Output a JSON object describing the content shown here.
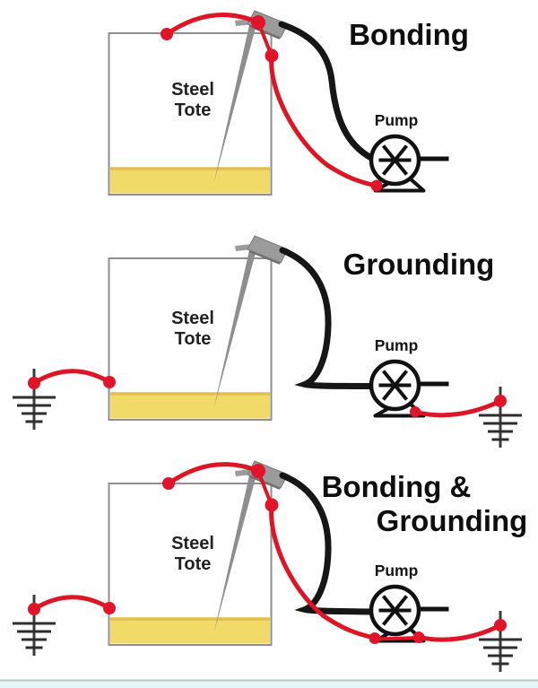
{
  "panels": {
    "bonding": {
      "title": "Bonding",
      "tank_label": [
        "Steel",
        "Tote"
      ],
      "pump_label": "Pump"
    },
    "grounding": {
      "title": "Grounding",
      "tank_label": [
        "Steel",
        "Tote"
      ],
      "pump_label": "Pump"
    },
    "bonding_grounding": {
      "title": [
        "Bonding &",
        "Grounding"
      ],
      "tank_label": [
        "Steel",
        "Tote"
      ],
      "pump_label": "Pump"
    }
  },
  "icons": [
    "steel-tote-tank-icon",
    "dip-pipe-icon",
    "nozzle-fitting-icon",
    "pump-icon",
    "hose-icon",
    "bond-wire-icon",
    "ground-wire-icon",
    "earth-ground-icon"
  ],
  "colors": {
    "wire_red": "#dd1524",
    "hose_black": "#161616",
    "liquid_yellow": "#f2da69",
    "pipe_gray": "#8e8e8e",
    "tank_border_gray": "#8f8f8f",
    "title_text": "#0e0e0e",
    "footer_strip_fill": "#e8f5f6",
    "footer_strip_edge": "#b3c9c7",
    "background": "#fefefe"
  }
}
